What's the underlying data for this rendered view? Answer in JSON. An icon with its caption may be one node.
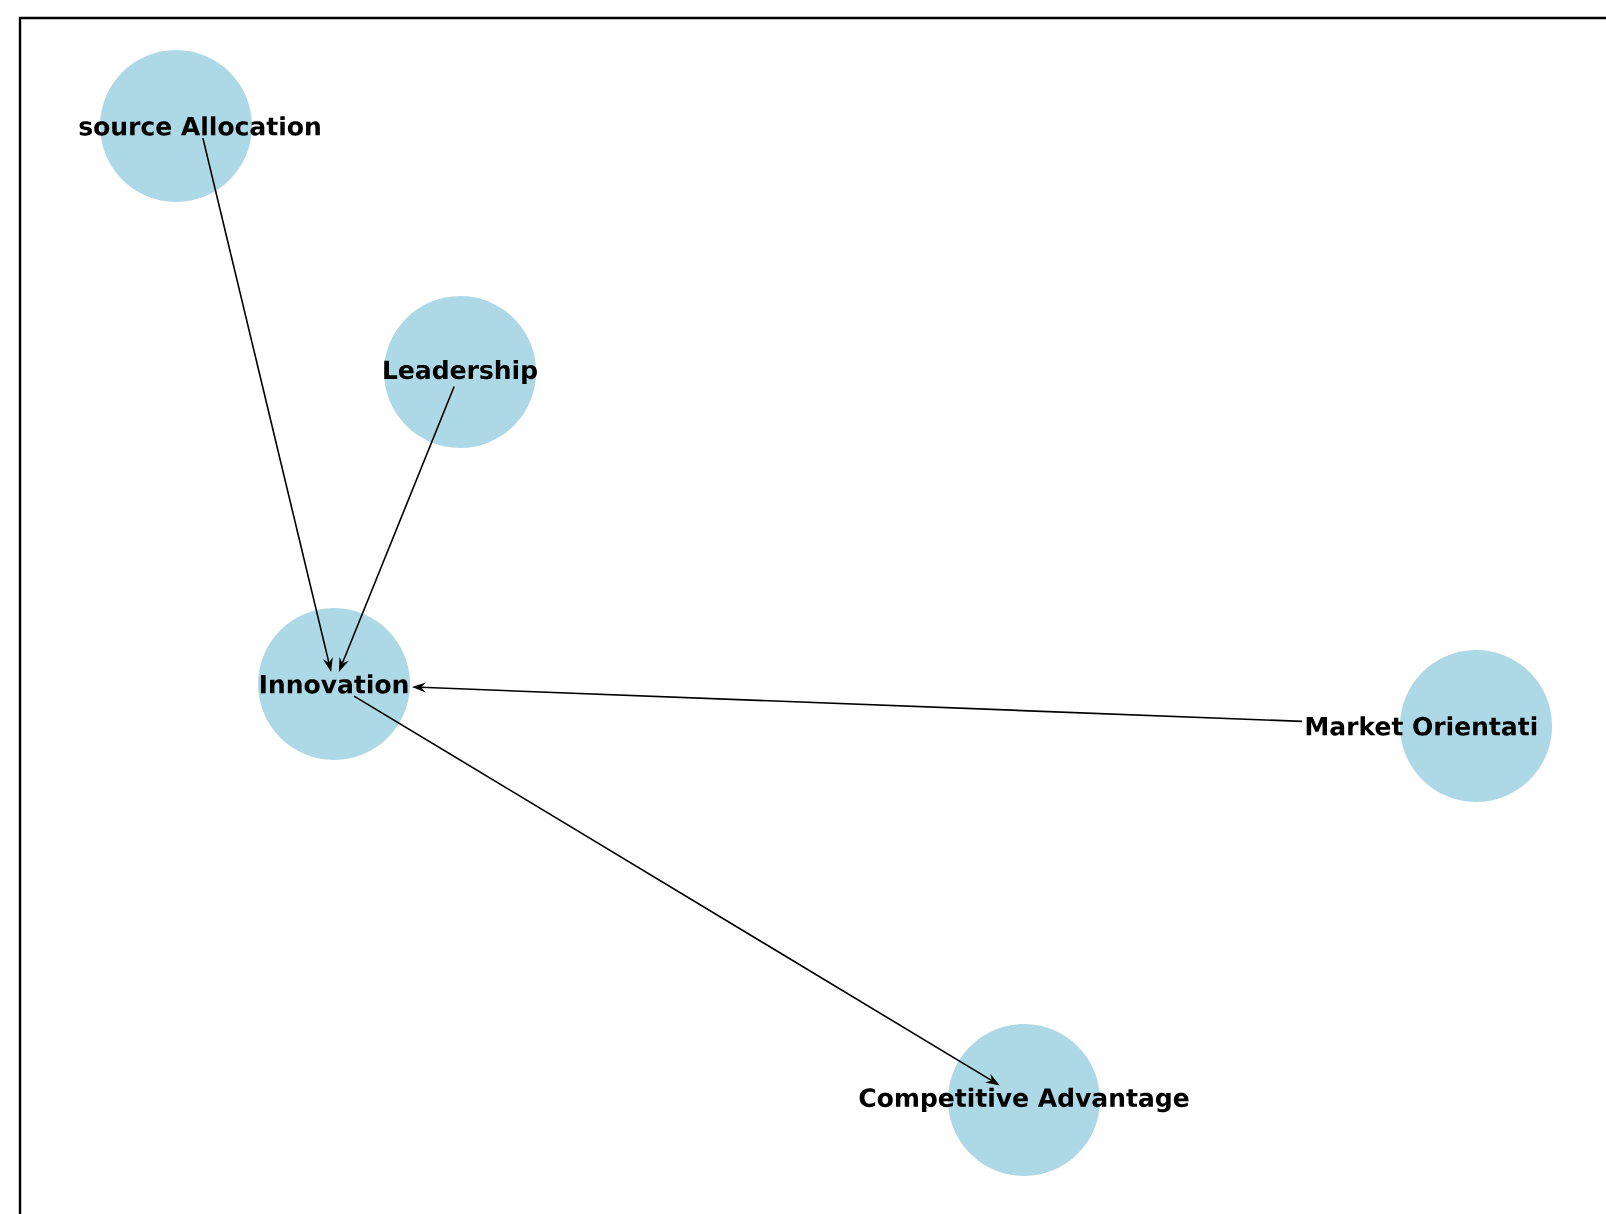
{
  "diagram": {
    "nodes": [
      {
        "text": [
          "source Allocation"
        ]
      },
      {
        "text": [
          "Leadership"
        ]
      },
      {
        "text": [
          "Innovation"
        ]
      },
      {
        "text": [
          "Market Orientati"
        ]
      },
      {
        "text": [
          "Competitive Advantage"
        ]
      }
    ],
    "edges": [
      {
        "from": 0,
        "to": 2,
        "arrow": "to"
      },
      {
        "from": 1,
        "to": 2,
        "arrow": "to"
      },
      {
        "from": 3,
        "to": 2,
        "arrow": "to"
      },
      {
        "from": 2,
        "to": 4,
        "arrow": "to"
      }
    ]
  }
}
